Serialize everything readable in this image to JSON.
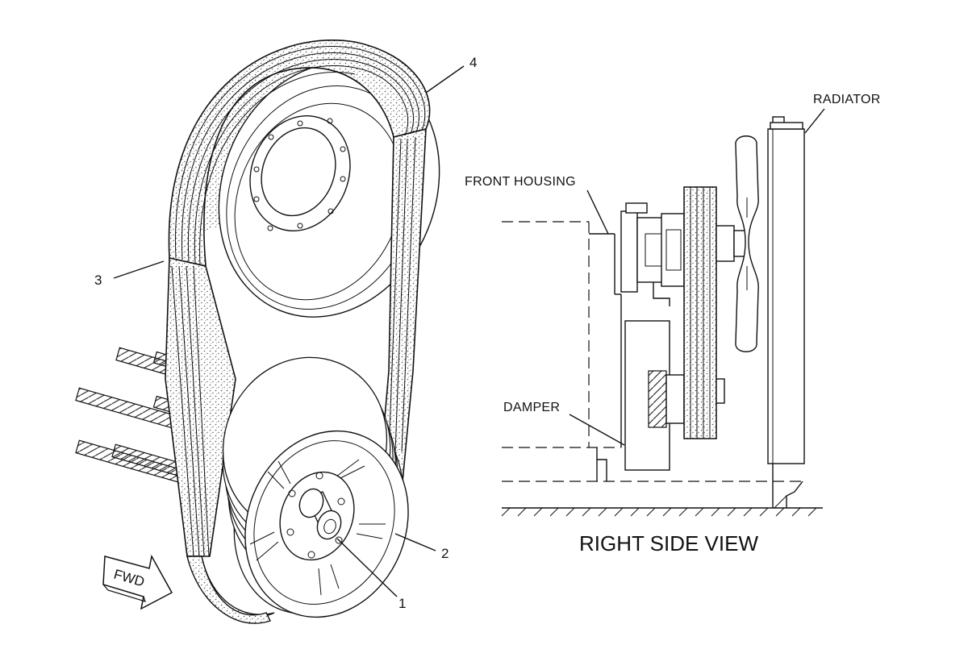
{
  "callouts": {
    "c1": "1",
    "c2": "2",
    "c3": "3",
    "c4": "4"
  },
  "labels": {
    "front_housing": "FRONT HOUSING",
    "radiator": "RADIATOR",
    "damper": "DAMPER",
    "fwd": "FWD",
    "view_title": "RIGHT SIDE VIEW"
  },
  "colors": {
    "ink": "#111111",
    "paper": "#ffffff",
    "belt_stipple": "#555555"
  }
}
